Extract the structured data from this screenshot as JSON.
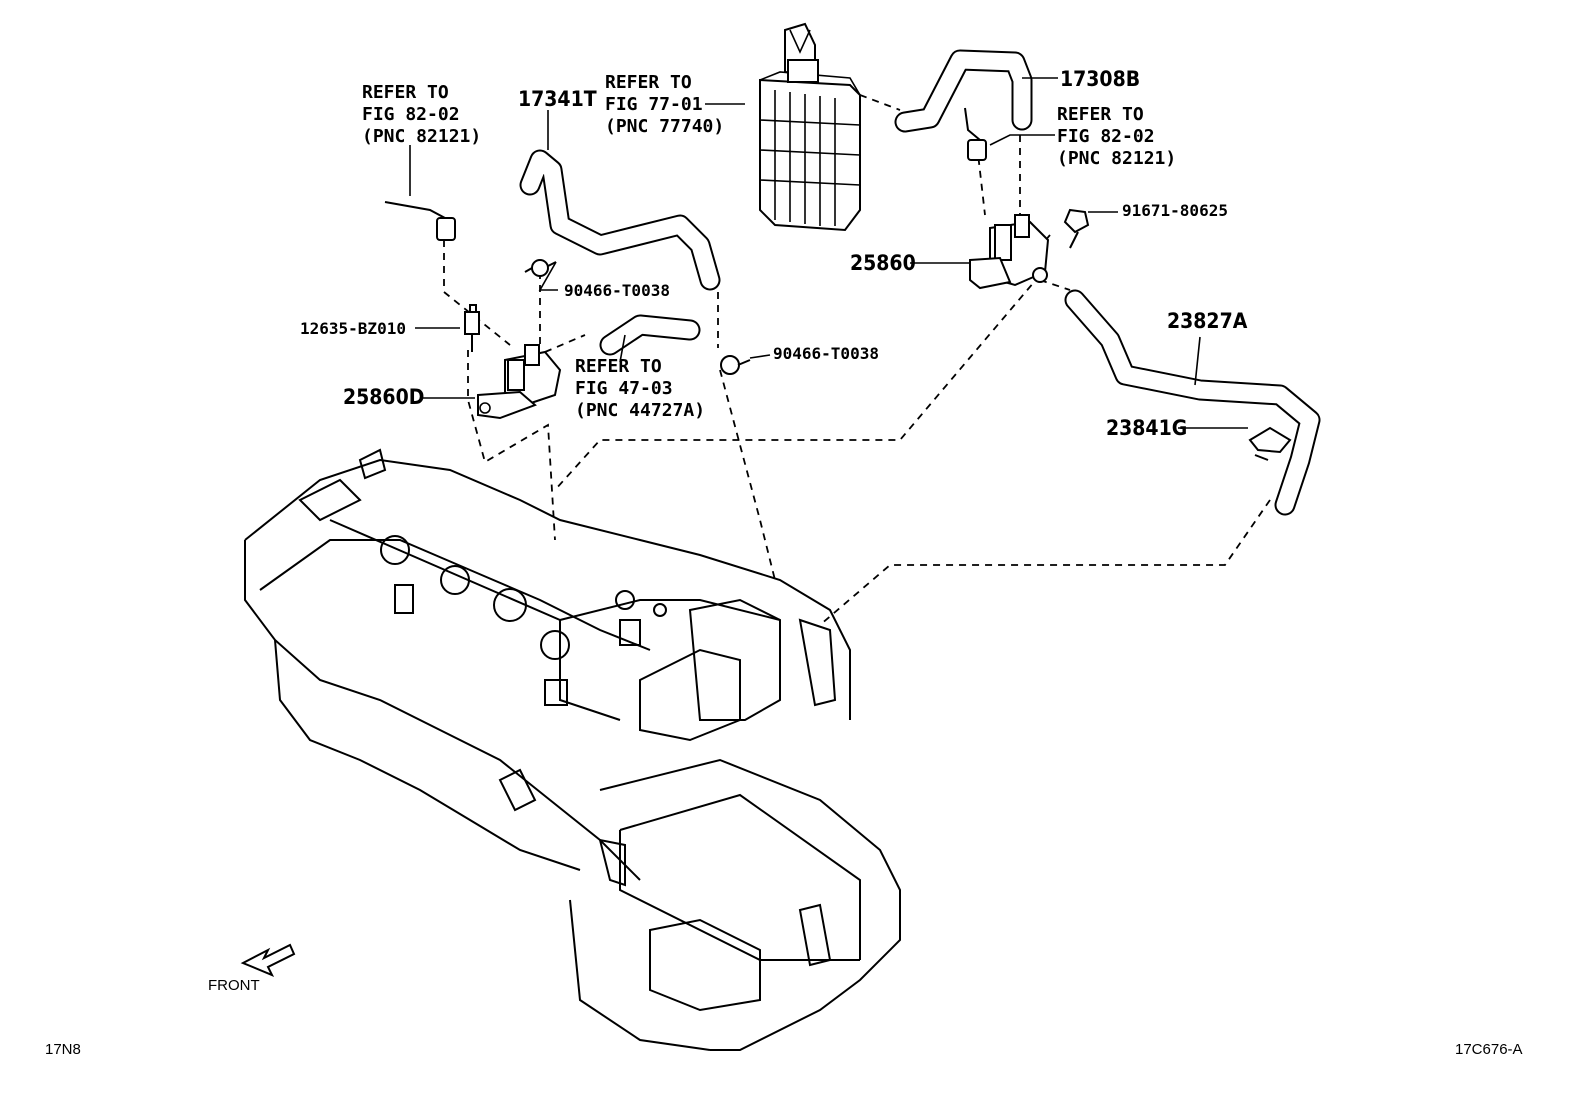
{
  "diagram": {
    "parts": {
      "hose_17341T": "17341T",
      "hose_17308B": "17308B",
      "hose_23827A": "23827A",
      "clamp_90466_upper": "90466-T0038",
      "clamp_90466_right": "90466-T0038",
      "vsv_25860": "25860",
      "vsv_25860D": "25860D",
      "screw_12635": "12635-BZ010",
      "bolt_91671": "91671-80625",
      "clip_23841G": "23841G"
    },
    "refer_left": [
      "REFER TO",
      "FIG 82-02",
      "(PNC 82121)"
    ],
    "refer_canister": [
      "REFER TO",
      "FIG 77-01",
      "(PNC 77740)"
    ],
    "refer_right": [
      "REFER TO",
      "FIG 82-02",
      "(PNC 82121)"
    ],
    "refer_hose": [
      "REFER TO",
      "FIG 47-03",
      "(PNC 44727A)"
    ],
    "front_label": "FRONT",
    "code_left": "17N8",
    "code_right": "17C676-A"
  }
}
